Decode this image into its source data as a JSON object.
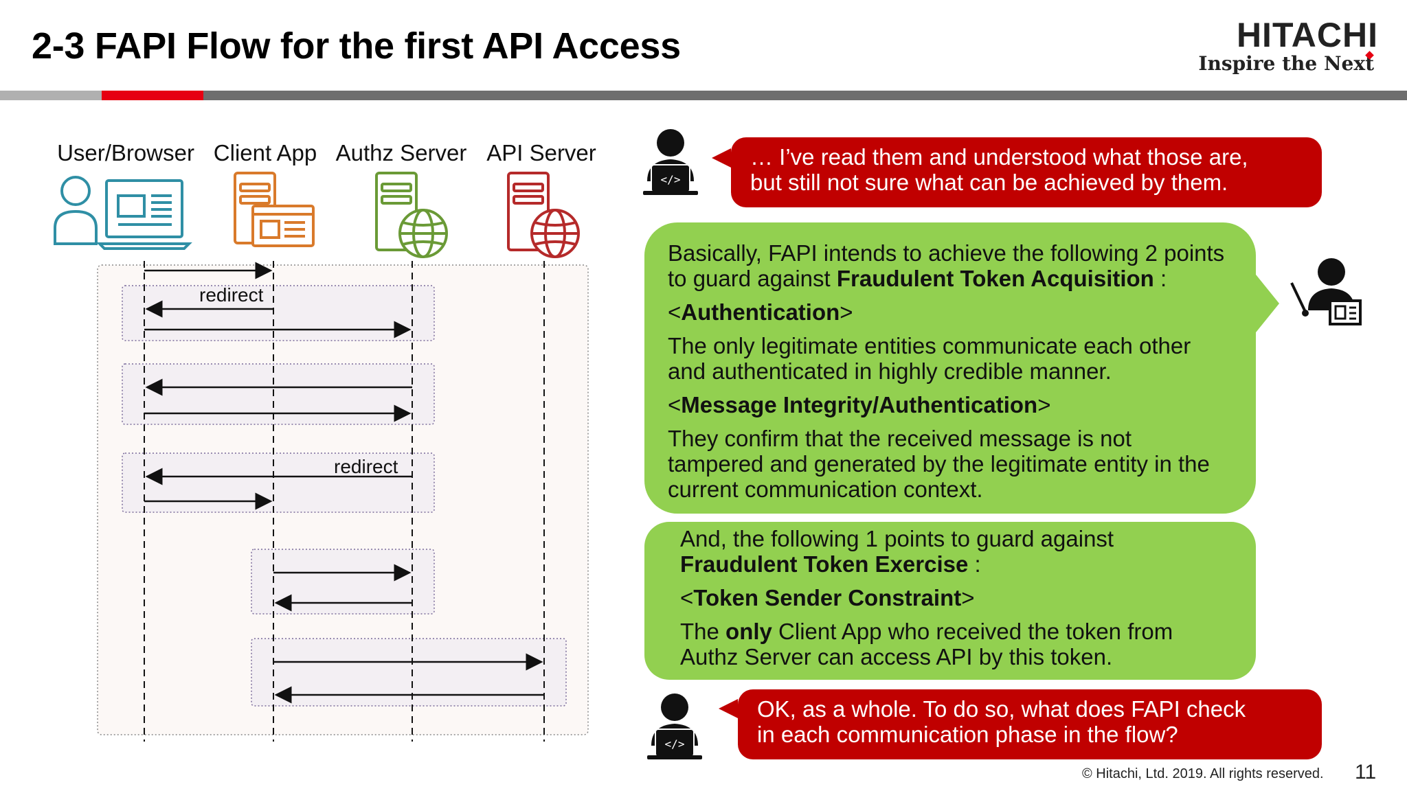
{
  "header": {
    "title": "2-3 FAPI Flow for the first API Access",
    "logo_brand": "HITACHI",
    "logo_tagline": "Inspire the Next",
    "rule_colors": [
      "#b0b0b0",
      "#e60012",
      "#6e6e6e"
    ]
  },
  "diagram": {
    "actors": [
      {
        "label": "User/Browser",
        "color": "#2f8fa5",
        "icon": "user-browser-icon"
      },
      {
        "label": "Client App",
        "color": "#d97a2b",
        "icon": "client-app-icon"
      },
      {
        "label": "Authz Server",
        "color": "#6a9a36",
        "icon": "authz-server-globe-icon"
      },
      {
        "label": "API Server",
        "color": "#b52a2a",
        "icon": "api-server-globe-icon"
      }
    ],
    "messages": [
      {
        "from": 0,
        "to": 1,
        "label": ""
      },
      {
        "from": 1,
        "to": 0,
        "label": "redirect"
      },
      {
        "from": 0,
        "to": 2,
        "label": ""
      },
      {
        "from": 2,
        "to": 0,
        "label": ""
      },
      {
        "from": 0,
        "to": 2,
        "label": ""
      },
      {
        "from": 2,
        "to": 0,
        "label": "redirect"
      },
      {
        "from": 0,
        "to": 1,
        "label": ""
      },
      {
        "from": 1,
        "to": 2,
        "label": ""
      },
      {
        "from": 2,
        "to": 1,
        "label": ""
      },
      {
        "from": 1,
        "to": 3,
        "label": ""
      },
      {
        "from": 3,
        "to": 1,
        "label": ""
      }
    ],
    "groups": [
      {
        "from": 0,
        "to": 2,
        "first": 1,
        "last": 2
      },
      {
        "from": 0,
        "to": 2,
        "first": 3,
        "last": 4
      },
      {
        "from": 0,
        "to": 2,
        "first": 5,
        "last": 6
      },
      {
        "from": 1,
        "to": 2,
        "first": 7,
        "last": 8
      },
      {
        "from": 1,
        "to": 3,
        "first": 9,
        "last": 10
      }
    ]
  },
  "dialogue": {
    "question1": {
      "line1": "… I’ve read them and understood what those are,",
      "line2": "but still not sure what can be achieved by them."
    },
    "answer1": {
      "intro1": "Basically, FAPI intends to achieve the following 2 points",
      "intro2_pre": "to guard against ",
      "intro2_bold": "Fraudulent Token Acquisition",
      "intro2_post": " :",
      "h1_open": "<",
      "h1_text": "Authentication",
      "h1_close": ">",
      "p1_line1": "The only legitimate entities communicate each other",
      "p1_line2": "and authenticated in highly credible manner.",
      "h2_open": "<",
      "h2_text": "Message Integrity/Authentication",
      "h2_close": ">",
      "p2_line1": "They confirm that the received message is not",
      "p2_line2": "tampered and generated by the legitimate entity in the",
      "p2_line3": "current communication context."
    },
    "answer2": {
      "intro1": "And, the following 1 points to guard against",
      "intro2_bold": "Fraudulent Token Exercise",
      "intro2_post": " :",
      "h_open": "<",
      "h_text": "Token Sender Constraint",
      "h_close": ">",
      "p_pre": "The ",
      "p_bold": "only",
      "p_post": " Client App who received the token from",
      "p_line2": "Authz Server can access API by this token."
    },
    "question2": {
      "line1": "OK, as a whole. To do so, what does FAPI check",
      "line2": "in each communication phase in the flow?"
    }
  },
  "footer": {
    "copyright": "© Hitachi, Ltd. 2019. All rights reserved.",
    "page_number": "11"
  },
  "colors": {
    "bubble_red": "#c00000",
    "bubble_green": "#92d050"
  }
}
